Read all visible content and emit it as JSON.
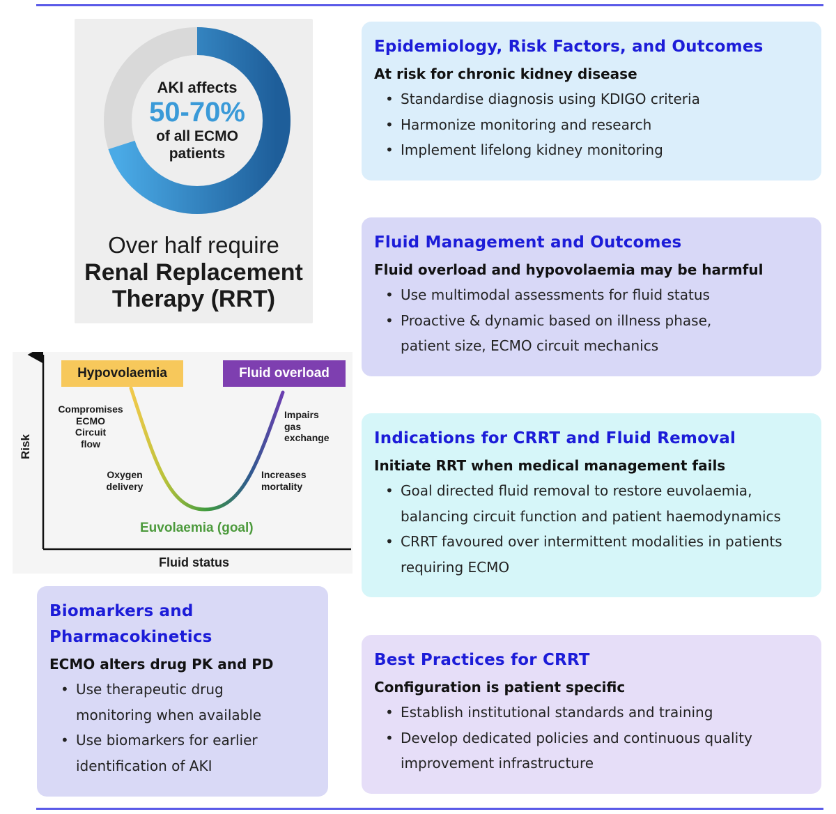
{
  "donut": {
    "line1": "AKI affects",
    "percent": "50-70%",
    "line3": "of all ECMO",
    "line4": "patients",
    "fill_fraction": 0.7,
    "fill_color": "#3a9ad8",
    "track_color": "#d9d9d9"
  },
  "rrt": {
    "line1": "Over half require",
    "line2": "Renal Replacement",
    "line3": "Therapy (RRT)"
  },
  "fluid_chart": {
    "ylabel": "Risk",
    "xlabel": "Fluid status",
    "left_box": "Hypovolaemia",
    "right_box": "Fluid overload",
    "left_box_color": "#f7c85b",
    "right_box_color": "#7e3fb0",
    "left_notes": [
      "Compromises",
      "ECMO",
      "Circuit",
      "flow"
    ],
    "left_notes2": [
      "Oxygen",
      "delivery"
    ],
    "right_notes": [
      "Impairs",
      "gas",
      "exchange"
    ],
    "right_notes2": [
      "Increases",
      "mortality"
    ],
    "bottom": "Euvolaemia (goal)",
    "bottom_color": "#4c9a3c"
  },
  "cards": {
    "epi": {
      "title": "Epidemiology, Risk Factors, and Outcomes",
      "subtitle": "At risk for chronic kidney disease",
      "items": [
        "Standardise diagnosis using KDIGO criteria",
        "Harmonize monitoring and research",
        "Implement lifelong kidney monitoring"
      ]
    },
    "fluid": {
      "title": "Fluid Management and Outcomes",
      "subtitle": "Fluid overload and hypovolaemia may be harmful",
      "items": [
        "Use multimodal assessments for fluid status",
        "Proactive & dynamic based on illness phase, patient size, ECMO circuit mechanics"
      ]
    },
    "ind": {
      "title": "Indications for CRRT and Fluid Removal",
      "subtitle": "Initiate RRT when medical management fails",
      "items": [
        "Goal directed fluid removal to restore euvolaemia, balancing circuit function and patient haemodynamics",
        "CRRT favoured over intermittent modalities in patients requiring ECMO"
      ]
    },
    "best": {
      "title": "Best Practices for CRRT",
      "subtitle": "Configuration is patient specific",
      "items": [
        "Establish institutional standards and training",
        "Develop dedicated policies and continuous quality improvement infrastructure"
      ]
    },
    "bio": {
      "title": "Biomarkers and Pharmacokinetics",
      "subtitle": "ECMO alters drug PK and PD",
      "items": [
        "Use therapeutic drug monitoring when available",
        "Use biomarkers for earlier identification of AKI"
      ]
    }
  }
}
